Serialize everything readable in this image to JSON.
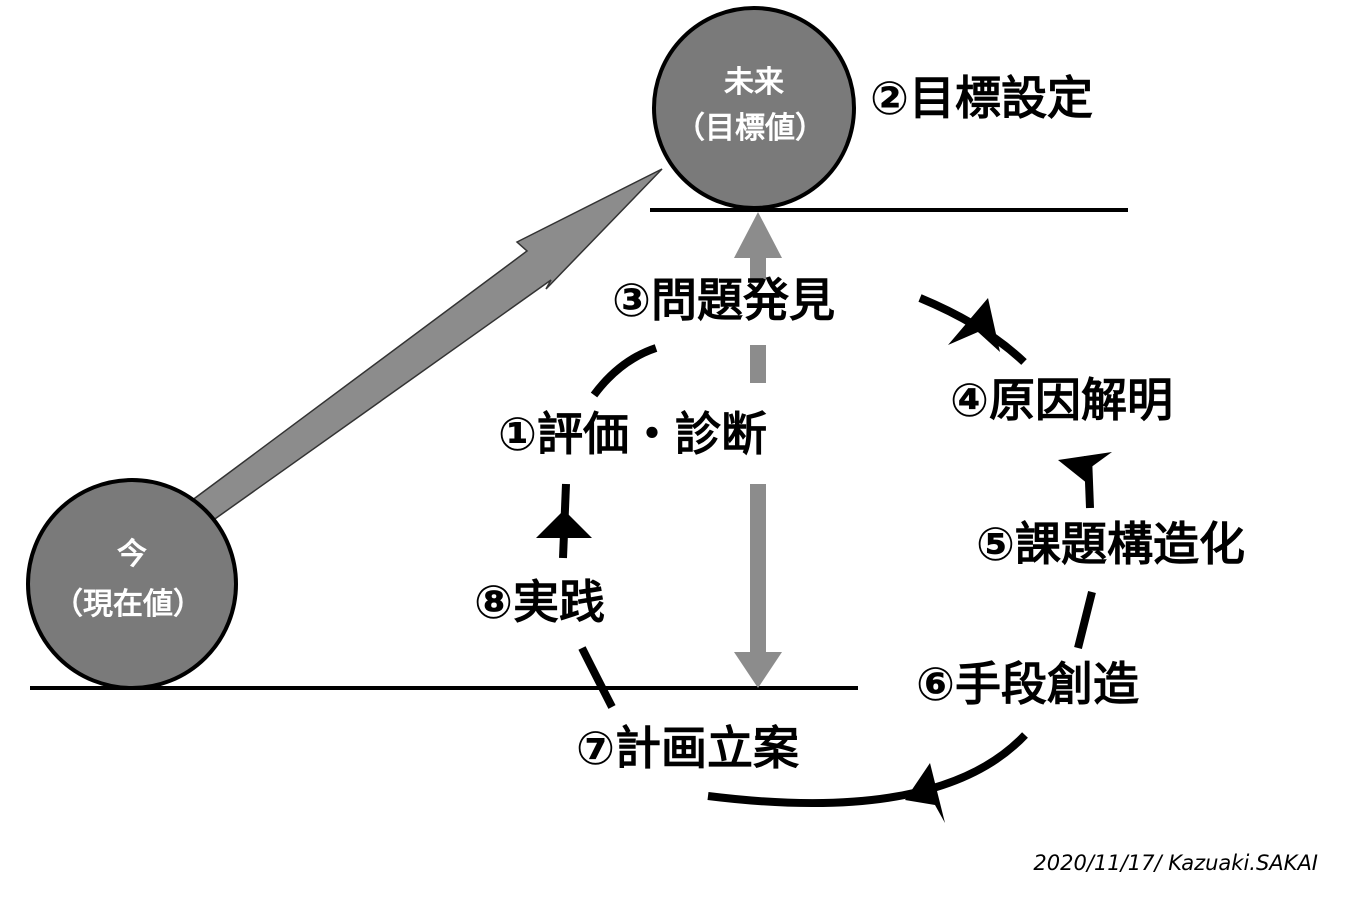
{
  "colors": {
    "node_fill": "#7a7a7a",
    "node_stroke": "#000000",
    "node_text": "#ffffff",
    "vertical_arrow": "#8c8c8c",
    "diagonal_arrow": "#8c8c8c",
    "cycle": "#000000"
  },
  "nodes": {
    "future": {
      "line1": "未来",
      "line2": "（目標値）"
    },
    "now": {
      "line1": "今",
      "line2": "（現在値）"
    }
  },
  "steps": {
    "goal_setting": "②目標設定",
    "problem_discovery": "③問題発見",
    "cause_analysis": "④原因解明",
    "issue_structuring": "⑤課題構造化",
    "means_creation": "⑥手段創造",
    "planning": "⑦計画立案",
    "practice": "⑧実践",
    "evaluation": "①評価・診断"
  },
  "credit": "2020/11/17/ Kazuaki.SAKAI"
}
